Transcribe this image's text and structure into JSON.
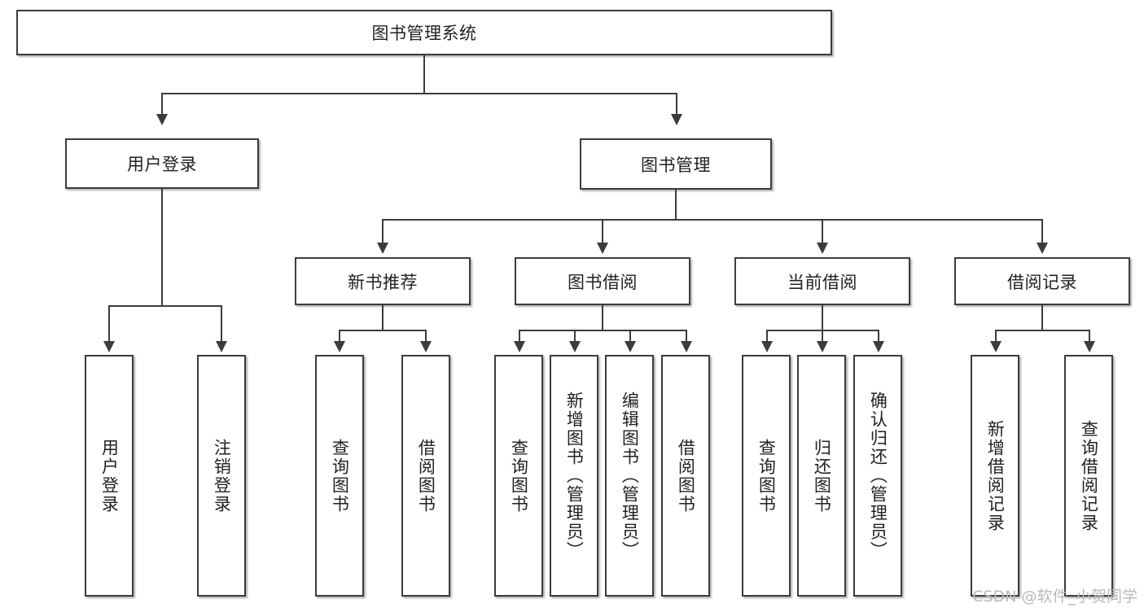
{
  "diagram": {
    "title": "图书管理系统",
    "type": "hierarchy-tree",
    "root": {
      "label": "图书管理系统"
    },
    "level2": [
      {
        "label": "用户登录"
      },
      {
        "label": "图书管理"
      }
    ],
    "level3": [
      {
        "label": "新书推荐"
      },
      {
        "label": "图书借阅"
      },
      {
        "label": "当前借阅"
      },
      {
        "label": "借阅记录"
      }
    ],
    "leaves": {
      "user_login": [
        {
          "label": "用户登录"
        },
        {
          "label": "注销登录"
        }
      ],
      "new_book_recommend": [
        {
          "label": "查询图书"
        },
        {
          "label": "借阅图书"
        }
      ],
      "book_borrow": [
        {
          "label": "查询图书"
        },
        {
          "label": "新增图书（管理员）"
        },
        {
          "label": "编辑图书（管理员）"
        },
        {
          "label": "借阅图书"
        }
      ],
      "current_borrow": [
        {
          "label": "查询图书"
        },
        {
          "label": "归还图书"
        },
        {
          "label": "确认归还（管理员）"
        }
      ],
      "borrow_record": [
        {
          "label": "新增借阅记录"
        },
        {
          "label": "查询借阅记录"
        }
      ]
    }
  },
  "watermark": {
    "text": "CSDN @软件_小贺同学"
  },
  "colors": {
    "border": "#3c3c3c",
    "text": "#222222",
    "background": "#ffffff",
    "watermark": "#b9b9b9"
  }
}
